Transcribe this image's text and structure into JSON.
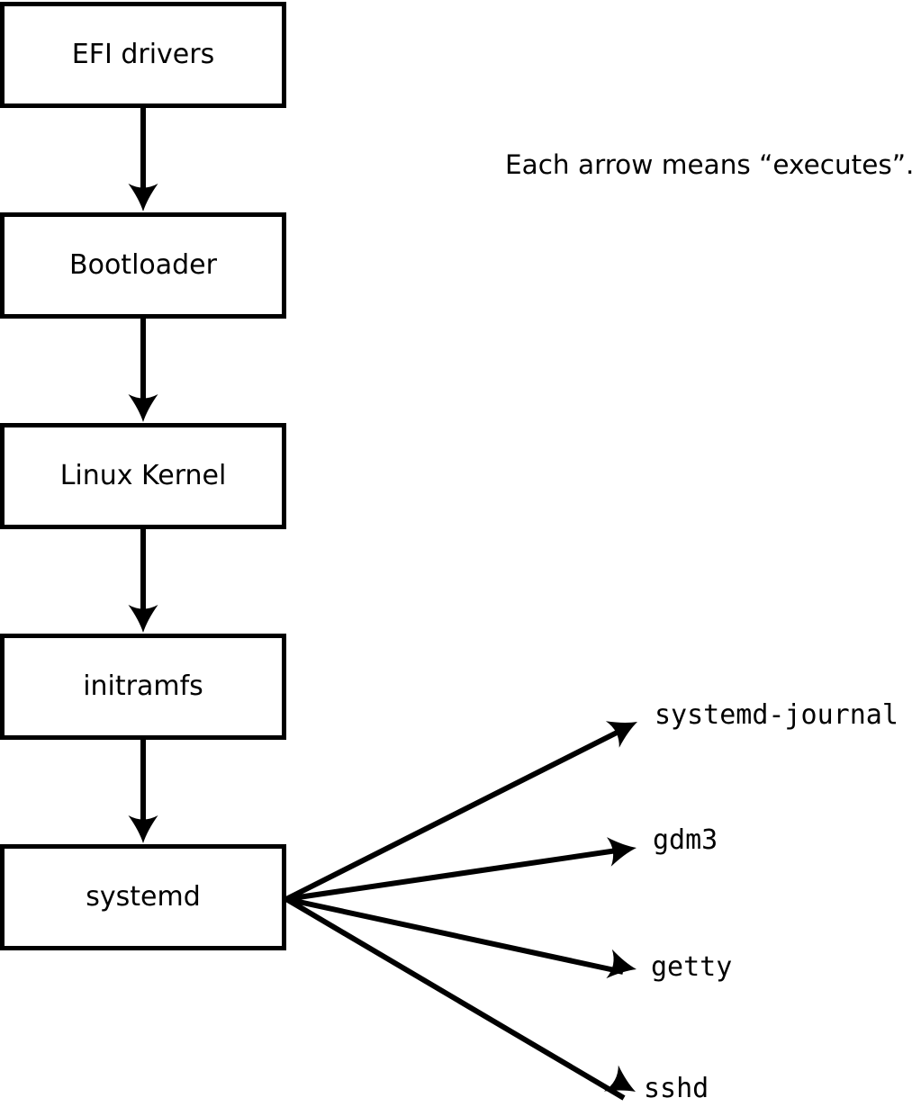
{
  "note": {
    "text": "Each arrow means “executes”."
  },
  "diagram": {
    "boxes": [
      {
        "label": "EFI drivers"
      },
      {
        "label": "Bootloader"
      },
      {
        "label": "Linux Kernel"
      },
      {
        "label": "initramfs"
      },
      {
        "label": "systemd"
      }
    ],
    "services": [
      {
        "label": "systemd-journal"
      },
      {
        "label": "gdm3"
      },
      {
        "label": "getty"
      },
      {
        "label": "sshd"
      }
    ],
    "edges": [
      {
        "from": "EFI drivers",
        "to": "Bootloader",
        "relation": "executes"
      },
      {
        "from": "Bootloader",
        "to": "Linux Kernel",
        "relation": "executes"
      },
      {
        "from": "Linux Kernel",
        "to": "initramfs",
        "relation": "executes"
      },
      {
        "from": "initramfs",
        "to": "systemd",
        "relation": "executes"
      },
      {
        "from": "systemd",
        "to": "systemd-journal",
        "relation": "executes"
      },
      {
        "from": "systemd",
        "to": "gdm3",
        "relation": "executes"
      },
      {
        "from": "systemd",
        "to": "getty",
        "relation": "executes"
      },
      {
        "from": "systemd",
        "to": "sshd",
        "relation": "executes"
      }
    ]
  }
}
